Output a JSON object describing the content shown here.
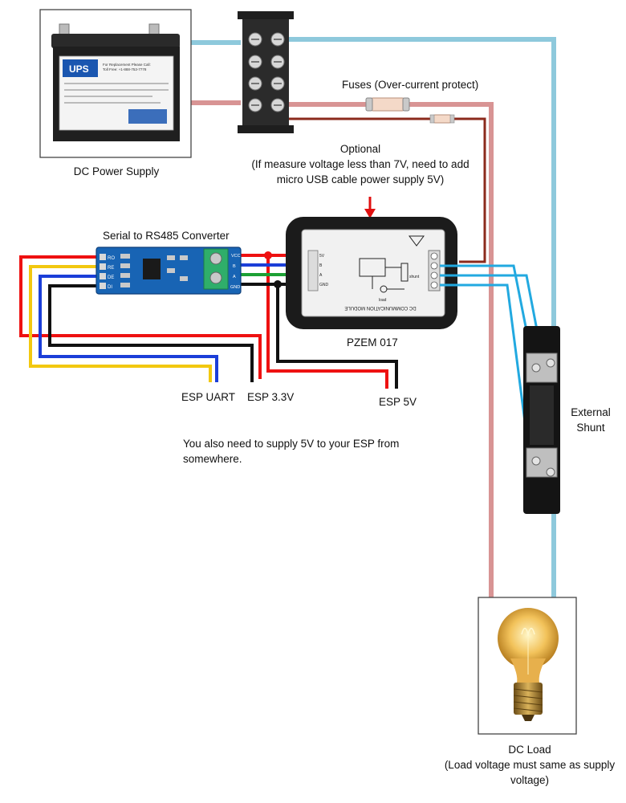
{
  "labels": {
    "power_supply": "DC Power Supply",
    "fuses": "Fuses (Over-current protect)",
    "optional_title": "Optional",
    "optional_line1": "(If measure voltage less than 7V, need to add",
    "optional_line2": "micro USB cable power supply 5V)",
    "converter": "Serial to RS485 Converter",
    "pzem": "PZEM 017",
    "esp_uart": "ESP UART",
    "esp_33": "ESP 3.3V",
    "esp_5v": "ESP 5V",
    "note": "You also need to supply 5V to your ESP from somewhere.",
    "shunt": "External Shunt",
    "load_title": "DC Load",
    "load_note": "(Load voltage must same as supply voltage)"
  },
  "battery": {
    "brand": "UPS",
    "sticker_title": "For Replacement Please Call:",
    "sticker_line": "Toll Free: +1-888-753-7778"
  },
  "converter_board": {
    "pins_left": [
      "RO",
      "RE",
      "DE",
      "DI"
    ],
    "pins_right": [
      "VCC",
      "B",
      "A",
      "GND"
    ]
  },
  "pzem_module": {
    "port_pins": [
      "5V",
      "B",
      "A",
      "GND"
    ],
    "side_text": "DC COMMUNICATION MODULE",
    "load_text": "load",
    "shunt_text": "shunt"
  },
  "colors": {
    "wire_blue_light": "#8ec9dc",
    "wire_pink": "#d89494",
    "wire_dark_red": "#8b2a1c",
    "wire_red": "#ee1111",
    "wire_yellow": "#f2c80f",
    "wire_blue": "#1b3ed8",
    "wire_black": "#111111",
    "wire_green": "#1ca034",
    "wire_cyan": "#22a9e0",
    "board_blue": "#1864b4",
    "terminal_green": "#2fae6a"
  }
}
